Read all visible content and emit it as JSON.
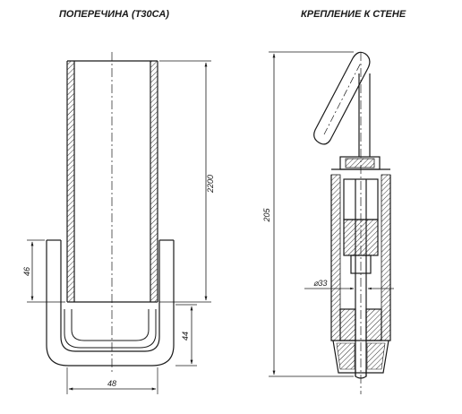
{
  "titles": {
    "left": "ПОПЕРЕЧИНА (Т30СА)",
    "right": "КРЕПЛЕНИЕ К СТЕНЕ"
  },
  "dimensions": {
    "crossbar_length": "2200",
    "clip_depth": "46",
    "loop_height": "44",
    "loop_width": "48",
    "mount_height": "205",
    "tube_diameter": "⌀33"
  },
  "colors": {
    "line": "#1a1a1a",
    "hatch": "#333333"
  }
}
